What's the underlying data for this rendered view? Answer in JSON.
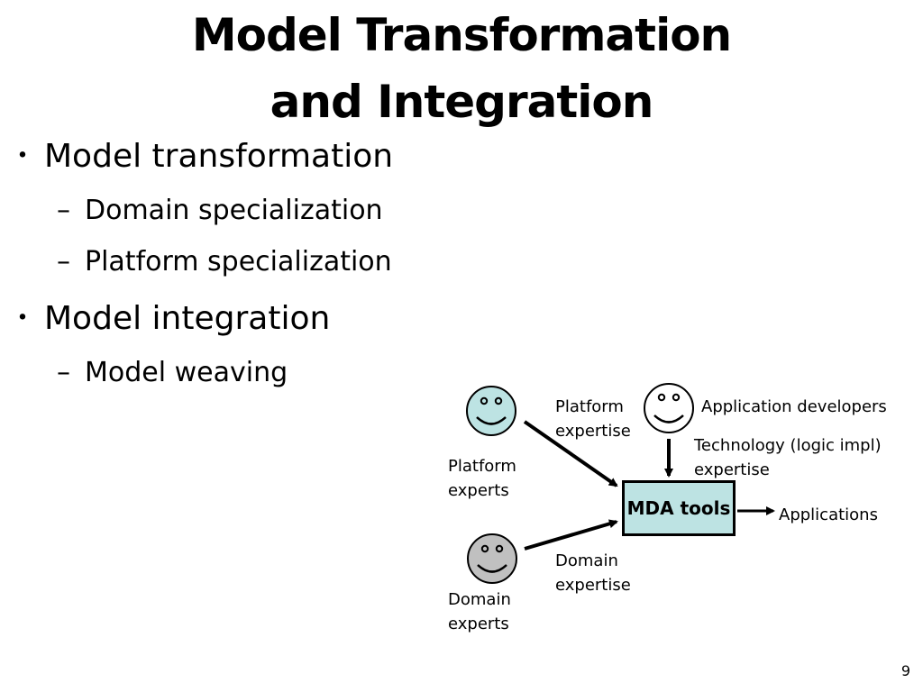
{
  "slide": {
    "title_line1": "Model Transformation",
    "title_line2": "and Integration",
    "page_number": "9"
  },
  "bullets": [
    {
      "marker": "・",
      "text": "Model transformation",
      "subitems": [
        {
          "marker": "–",
          "text": "Domain specialization"
        },
        {
          "marker": "–",
          "text": "Platform specialization"
        }
      ]
    },
    {
      "marker": "・",
      "text": "Model integration",
      "subitems": [
        {
          "marker": "–",
          "text": "Model weaving"
        }
      ]
    }
  ],
  "diagram": {
    "center_box": "MDA tools",
    "output_label": "Applications",
    "actors": {
      "platform_experts": {
        "line1": "Platform",
        "line2": "experts",
        "face_color": "#bde3e3"
      },
      "domain_experts": {
        "line1": "Domain",
        "line2": "experts",
        "face_color": "#c0c0c0"
      },
      "application_developers": {
        "label": "Application developers",
        "face_color": "#ffffff"
      }
    },
    "edge_labels": {
      "platform_expertise": {
        "line1": "Platform",
        "line2": "expertise"
      },
      "domain_expertise": {
        "line1": "Domain",
        "line2": "expertise"
      },
      "technology_expertise": {
        "line1": "Technology (logic impl)",
        "line2": "expertise"
      }
    },
    "colors": {
      "box_fill": "#bde3e3",
      "line": "#000000"
    }
  }
}
